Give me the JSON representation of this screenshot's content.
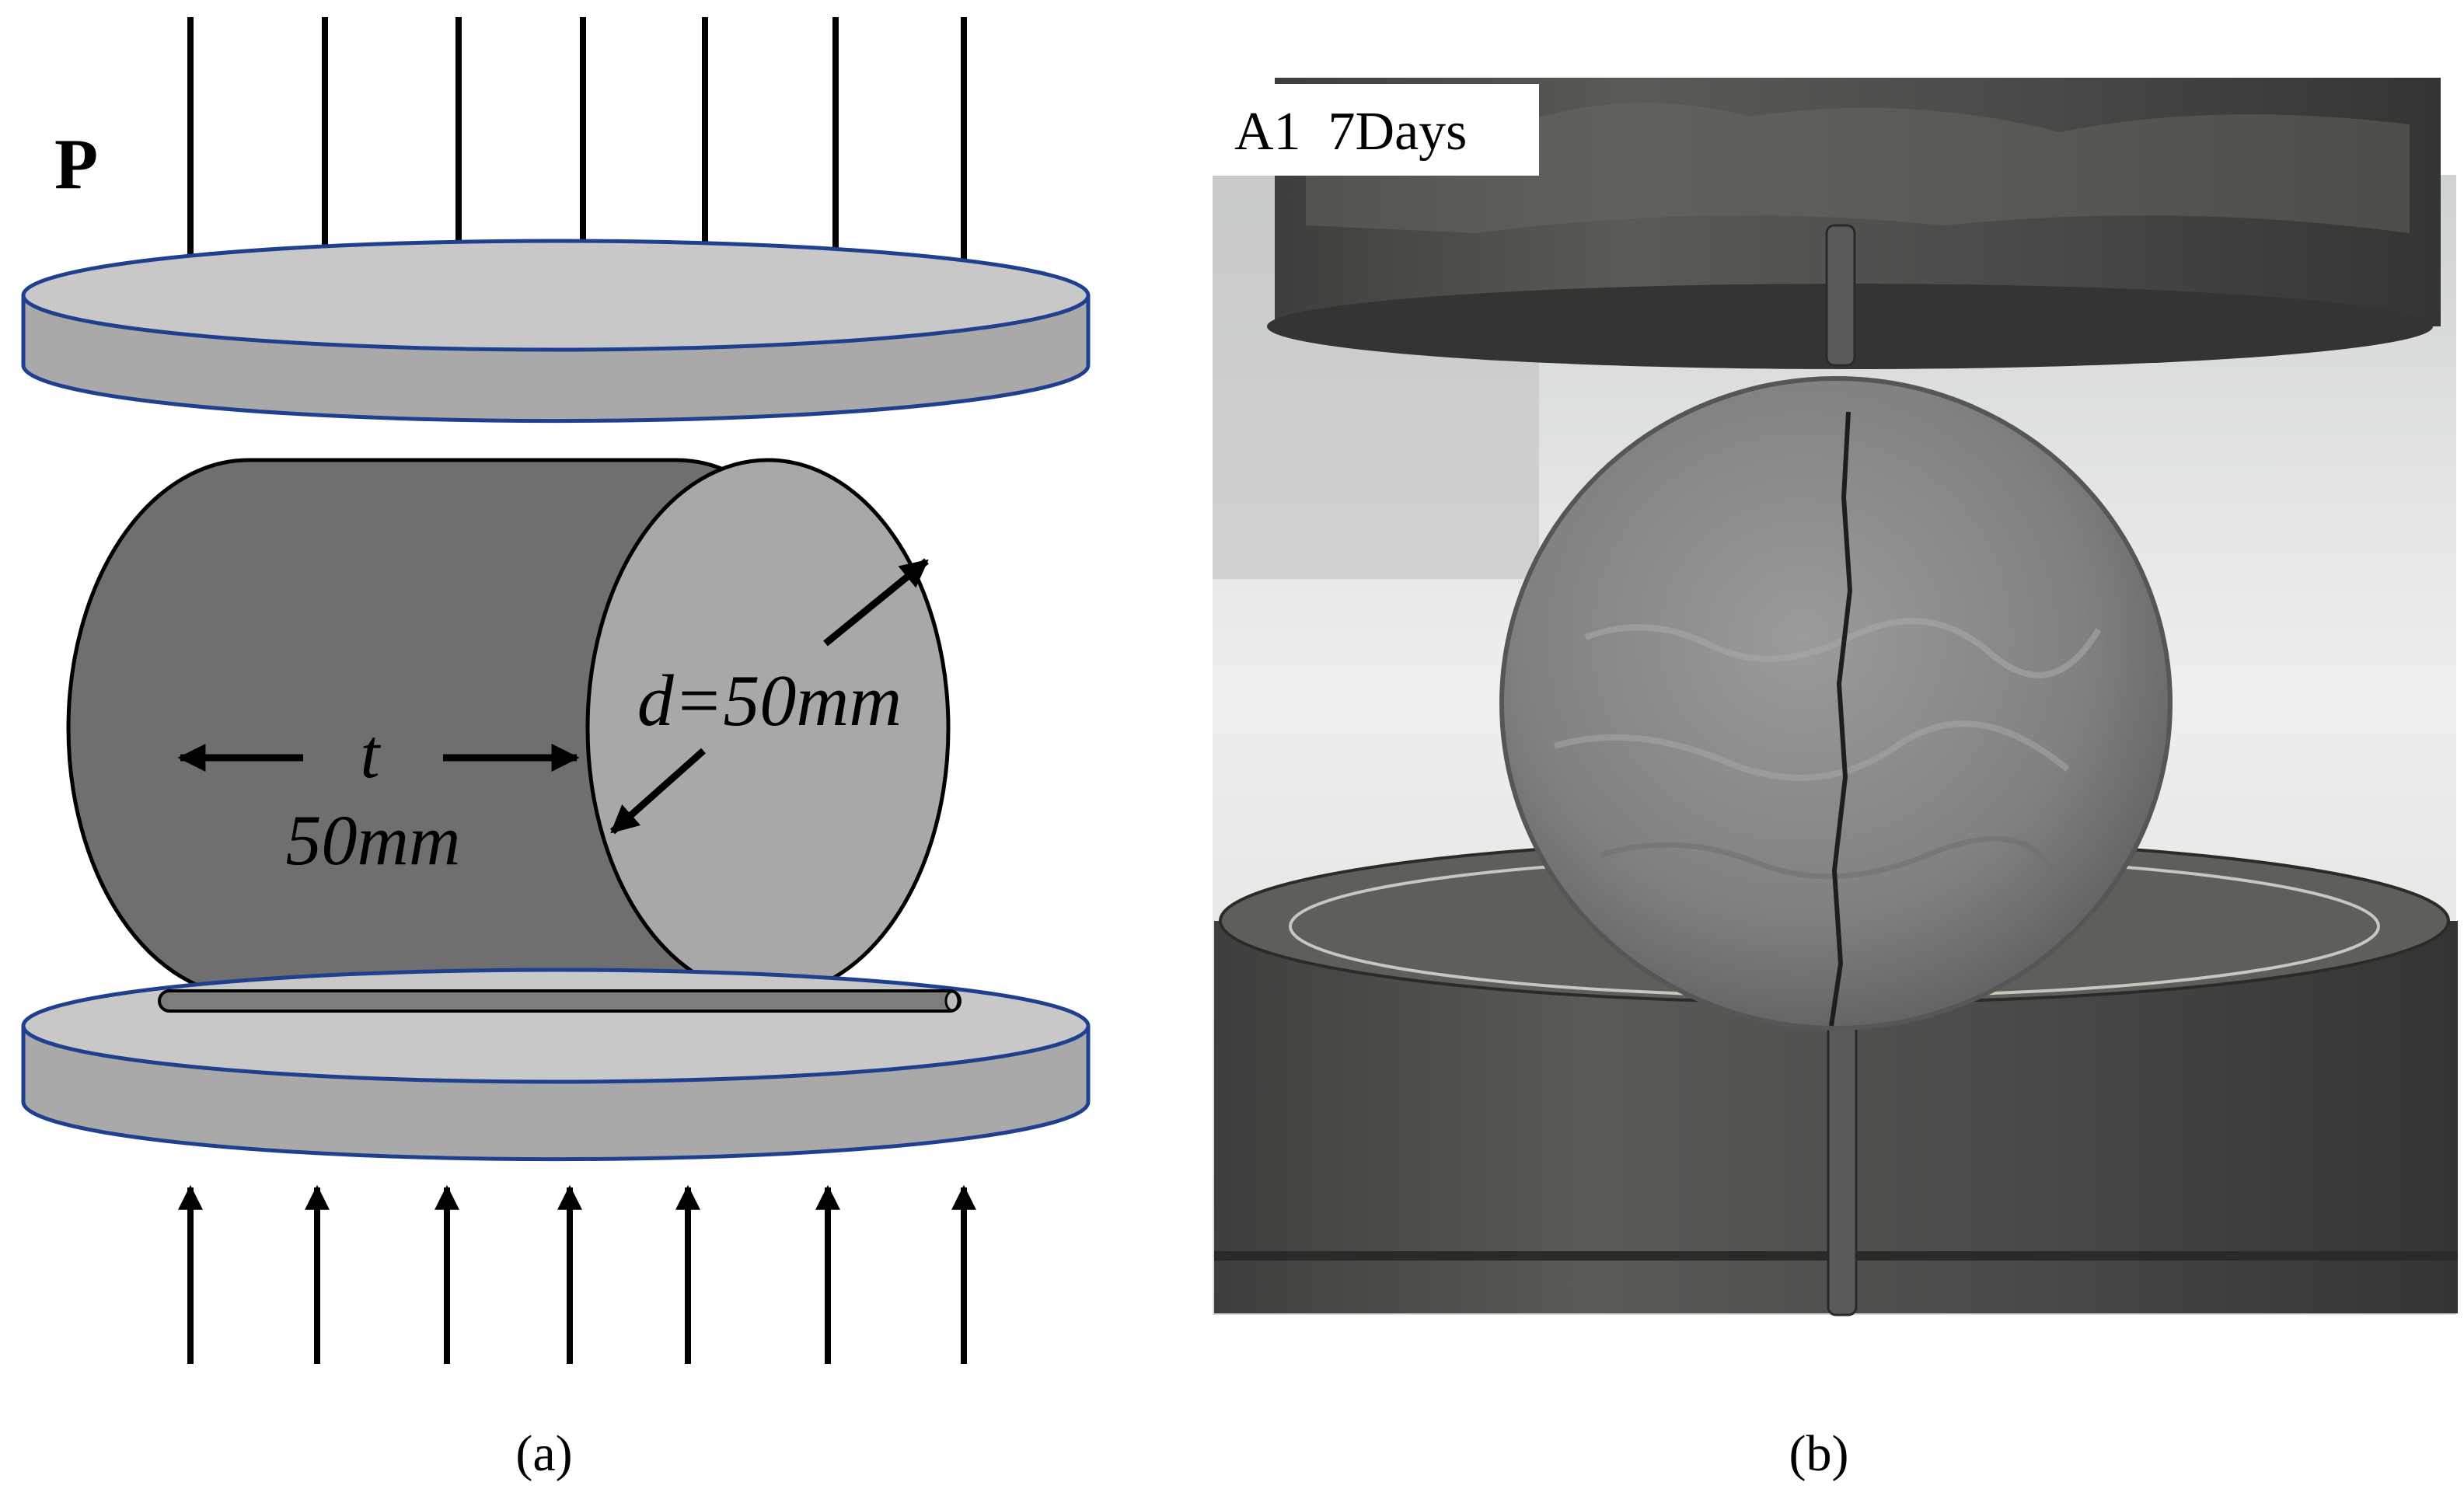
{
  "panel_a": {
    "load_label": "P",
    "thickness_symbol": "t",
    "thickness_value": "50mm",
    "diameter_label": "d=50mm",
    "caption": "(a)",
    "colors": {
      "platen_top": "#c8c8c8",
      "platen_side": "#a9a9a9",
      "platen_edge": "#1f3f8f",
      "cylinder_body": "#6f6f6f",
      "cylinder_face": "#a8a8a8",
      "rod": "#7d7d7d",
      "arrow": "#000000"
    }
  },
  "panel_b": {
    "photo_label": "A1  7Days",
    "caption": "(b)",
    "colors": {
      "background": "#e8ebe9",
      "platen": "#4d4d4b",
      "specimen": "#8a8c8c",
      "crack": "#1e1e1e"
    }
  }
}
